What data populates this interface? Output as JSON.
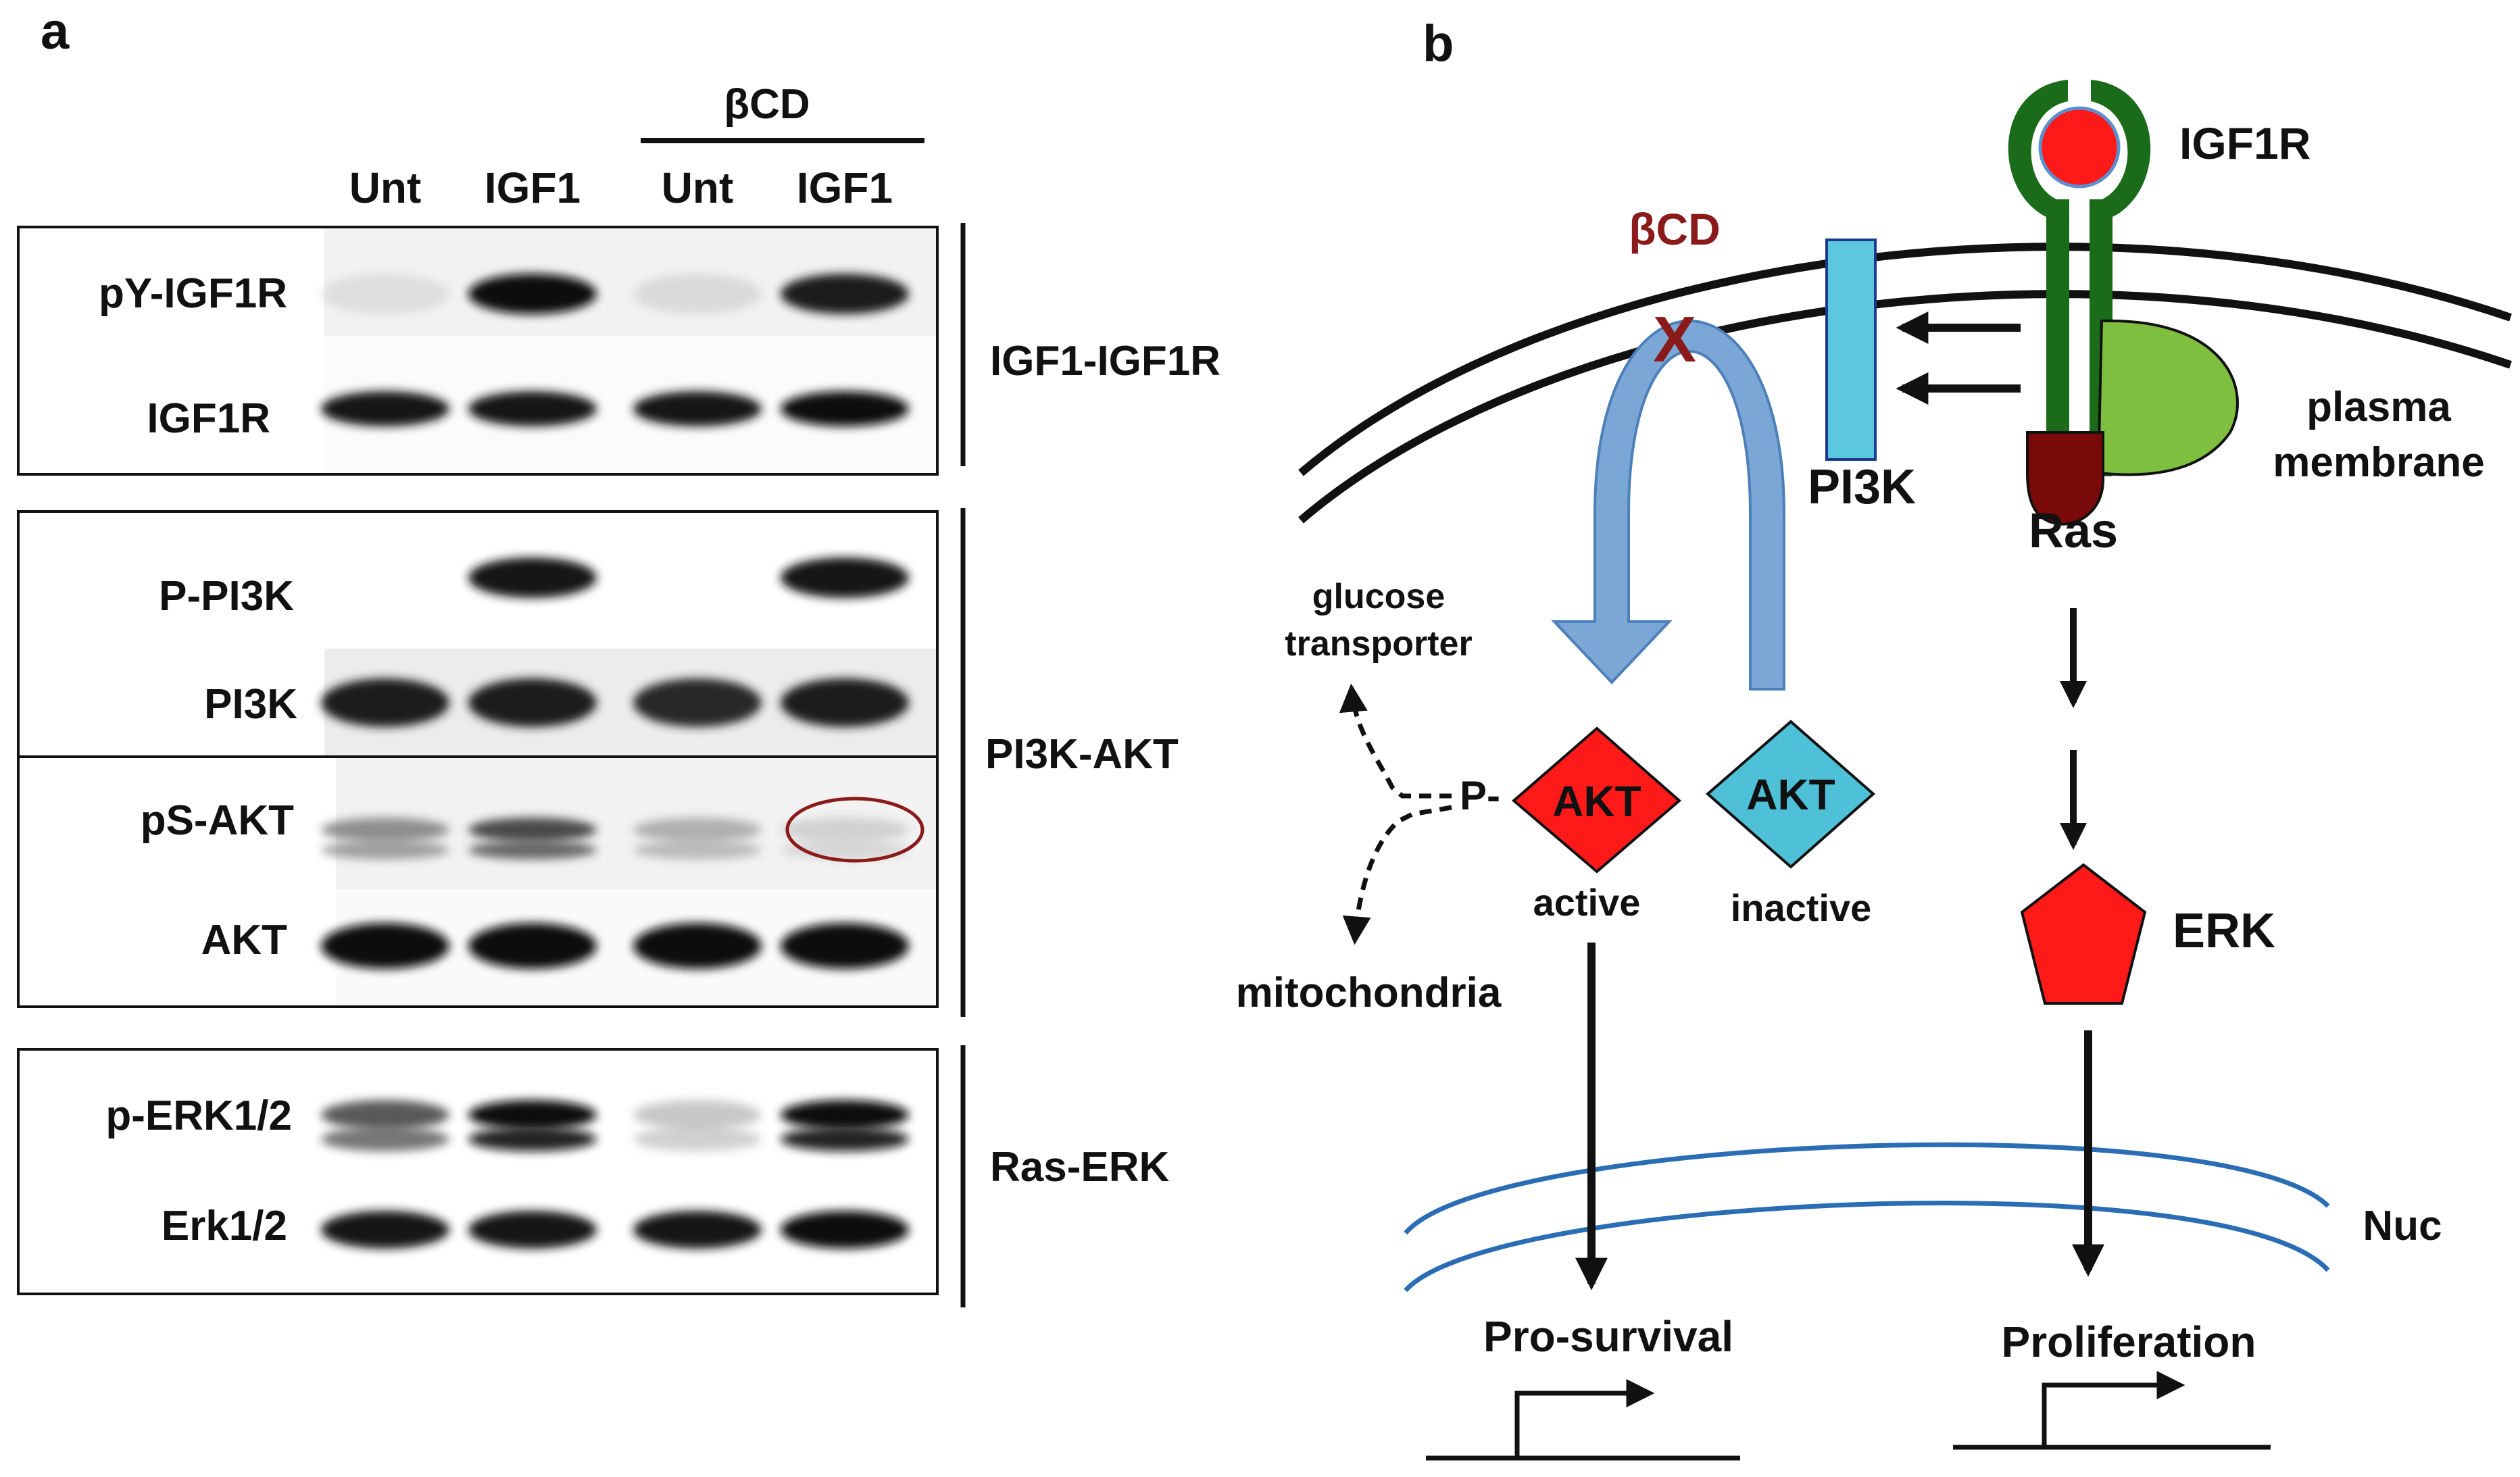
{
  "panel_a": {
    "letter": "a",
    "treatment_label": "βCD",
    "lanes": [
      "Unt",
      "IGF1",
      "Unt",
      "IGF1"
    ],
    "groups": [
      {
        "name": "IGF1-IGF1R",
        "rows": [
          "pY-IGF1R",
          "IGF1R"
        ]
      },
      {
        "name": "PI3K-AKT",
        "rows": [
          "P-PI3K",
          "PI3K",
          "pS-AKT",
          "AKT"
        ]
      },
      {
        "name": "Ras-ERK",
        "rows": [
          "p-ERK1/2",
          "Erk1/2"
        ]
      }
    ],
    "band_intensity": {
      "pY-IGF1R": [
        0.05,
        1.0,
        0.08,
        0.9
      ],
      "IGF1R": [
        0.95,
        0.95,
        0.95,
        1.0
      ],
      "P-PI3K": [
        0.0,
        0.95,
        0.0,
        0.95
      ],
      "PI3K": [
        0.9,
        0.9,
        0.85,
        0.9
      ],
      "pS-AKT": [
        0.5,
        0.75,
        0.35,
        0.15
      ],
      "AKT": [
        1.0,
        1.0,
        1.0,
        1.0
      ],
      "p-ERK1/2": [
        0.7,
        1.0,
        0.25,
        1.0
      ],
      "Erk1/2": [
        0.95,
        0.95,
        0.95,
        1.0
      ]
    },
    "highlight_color": "#8b1a1a"
  },
  "panel_b": {
    "letter": "b",
    "inhibitor_label": "βCD",
    "inhibitor_mark": "X",
    "receptor_label": "IGF1R",
    "membrane_label_line1": "plasma",
    "membrane_label_line2": "membrane",
    "pi3k_label": "PI3K",
    "ras_label": "Ras",
    "akt_active_label": "AKT",
    "akt_inactive_label": "AKT",
    "active_label": "active",
    "inactive_label": "inactive",
    "phospho_label": "P-",
    "glucose_line1": "glucose",
    "glucose_line2": "transporter",
    "mitochondria_label": "mitochondria",
    "erk_label": "ERK",
    "nucleus_label": "Nuc",
    "prosurvival_label": "Pro-survival",
    "proliferation_label": "Proliferation",
    "colors": {
      "inhibitor": "#8b1a1a",
      "receptor": "#1a6b1a",
      "ligand": "#ff1a1a",
      "pi3k": "#5bc8e0",
      "ras_dark": "#7a0a0a",
      "ras_light": "#7fbf3f",
      "akt_active": "#ff1a1a",
      "akt_inactive": "#4ec0d8",
      "arc": "#7aa7d6",
      "erk": "#ff1a1a",
      "nucleus": "#2a6db5"
    }
  }
}
